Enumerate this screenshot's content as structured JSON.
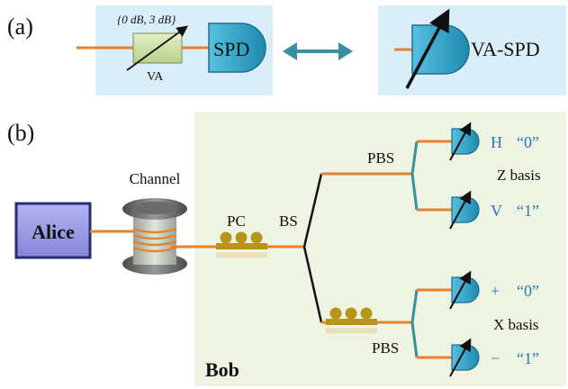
{
  "panel_a": {
    "label": "(a)",
    "attenuation": "{0 dB, 3 dB}",
    "va_label": "VA",
    "spd_label": "SPD",
    "va_spd_label": "VA-SPD"
  },
  "panel_b": {
    "label": "(b)",
    "alice": "Alice",
    "channel": "Channel",
    "pc": "PC",
    "bs": "BS",
    "pbs_top": "PBS",
    "pbs_bottom": "PBS",
    "bob": "Bob",
    "z_basis": "Z basis",
    "x_basis": "X basis",
    "outputs": [
      {
        "symbol": "H",
        "bit": "“0”"
      },
      {
        "symbol": "V",
        "bit": "“1”"
      },
      {
        "symbol": "+",
        "bit": "“0”"
      },
      {
        "symbol": "−",
        "bit": "“1”"
      }
    ]
  },
  "colors": {
    "fiber": "#e8822a",
    "bg_a": "#daeef9",
    "bg_b": "#eef3e2",
    "detector": "#2ea4c8",
    "alice": "#9b9be8",
    "va_box": "#cfe3a8",
    "pc": "#b8941a",
    "label_blue": "#2878b8"
  }
}
